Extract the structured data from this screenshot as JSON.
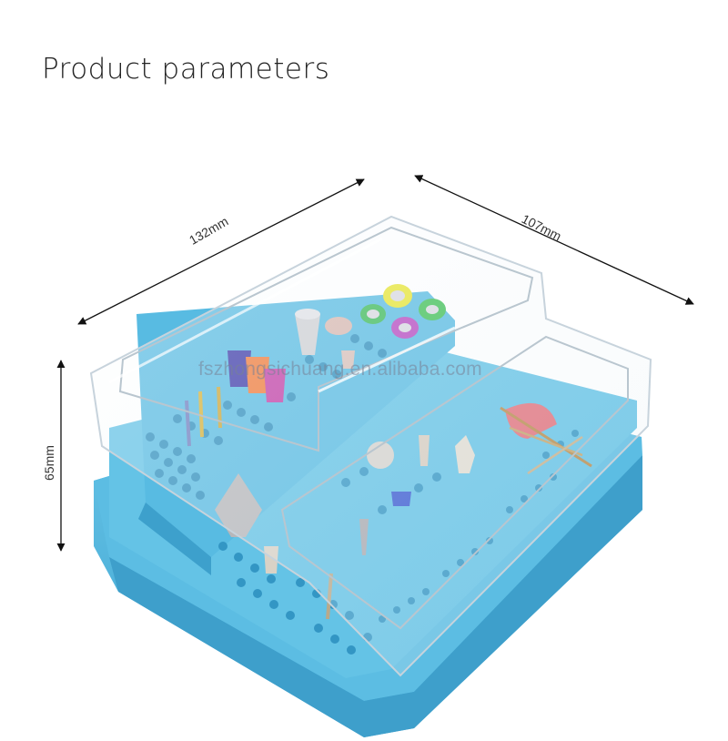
{
  "heading": "Product parameters",
  "dimensions": {
    "length": "132mm",
    "width": "107mm",
    "height": "65mm"
  },
  "watermark": "fszhongsichuang.en.alibaba.com",
  "colors": {
    "tray_blue": "#56b9e0",
    "tray_dark": "#3b9ec8",
    "lid_clear": "#e9f1f6",
    "arrow": "#111111"
  }
}
